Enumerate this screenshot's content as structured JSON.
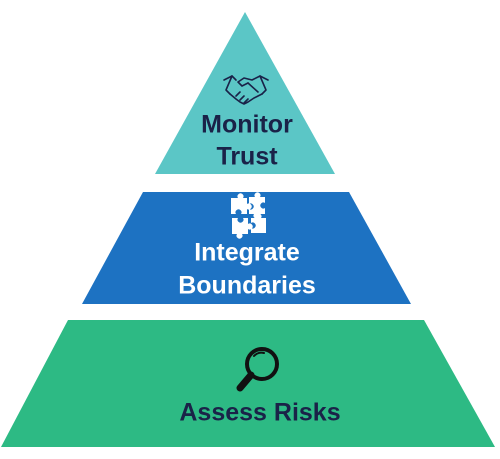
{
  "pyramid": {
    "tiers": [
      {
        "id": "top",
        "lines": [
          "Monitor",
          "Trust"
        ],
        "icon": "handshake-icon",
        "color": "#5bc6c6",
        "text_color": "#1a2248"
      },
      {
        "id": "middle",
        "lines": [
          "Integrate",
          "Boundaries"
        ],
        "icon": "puzzle-pieces-icon",
        "color": "#1d72c2",
        "text_color": "#ffffff"
      },
      {
        "id": "bottom",
        "lines": [
          "Assess Risks"
        ],
        "icon": "magnifying-glass-icon",
        "color": "#2dba84",
        "text_color": "#1a2248"
      }
    ]
  }
}
